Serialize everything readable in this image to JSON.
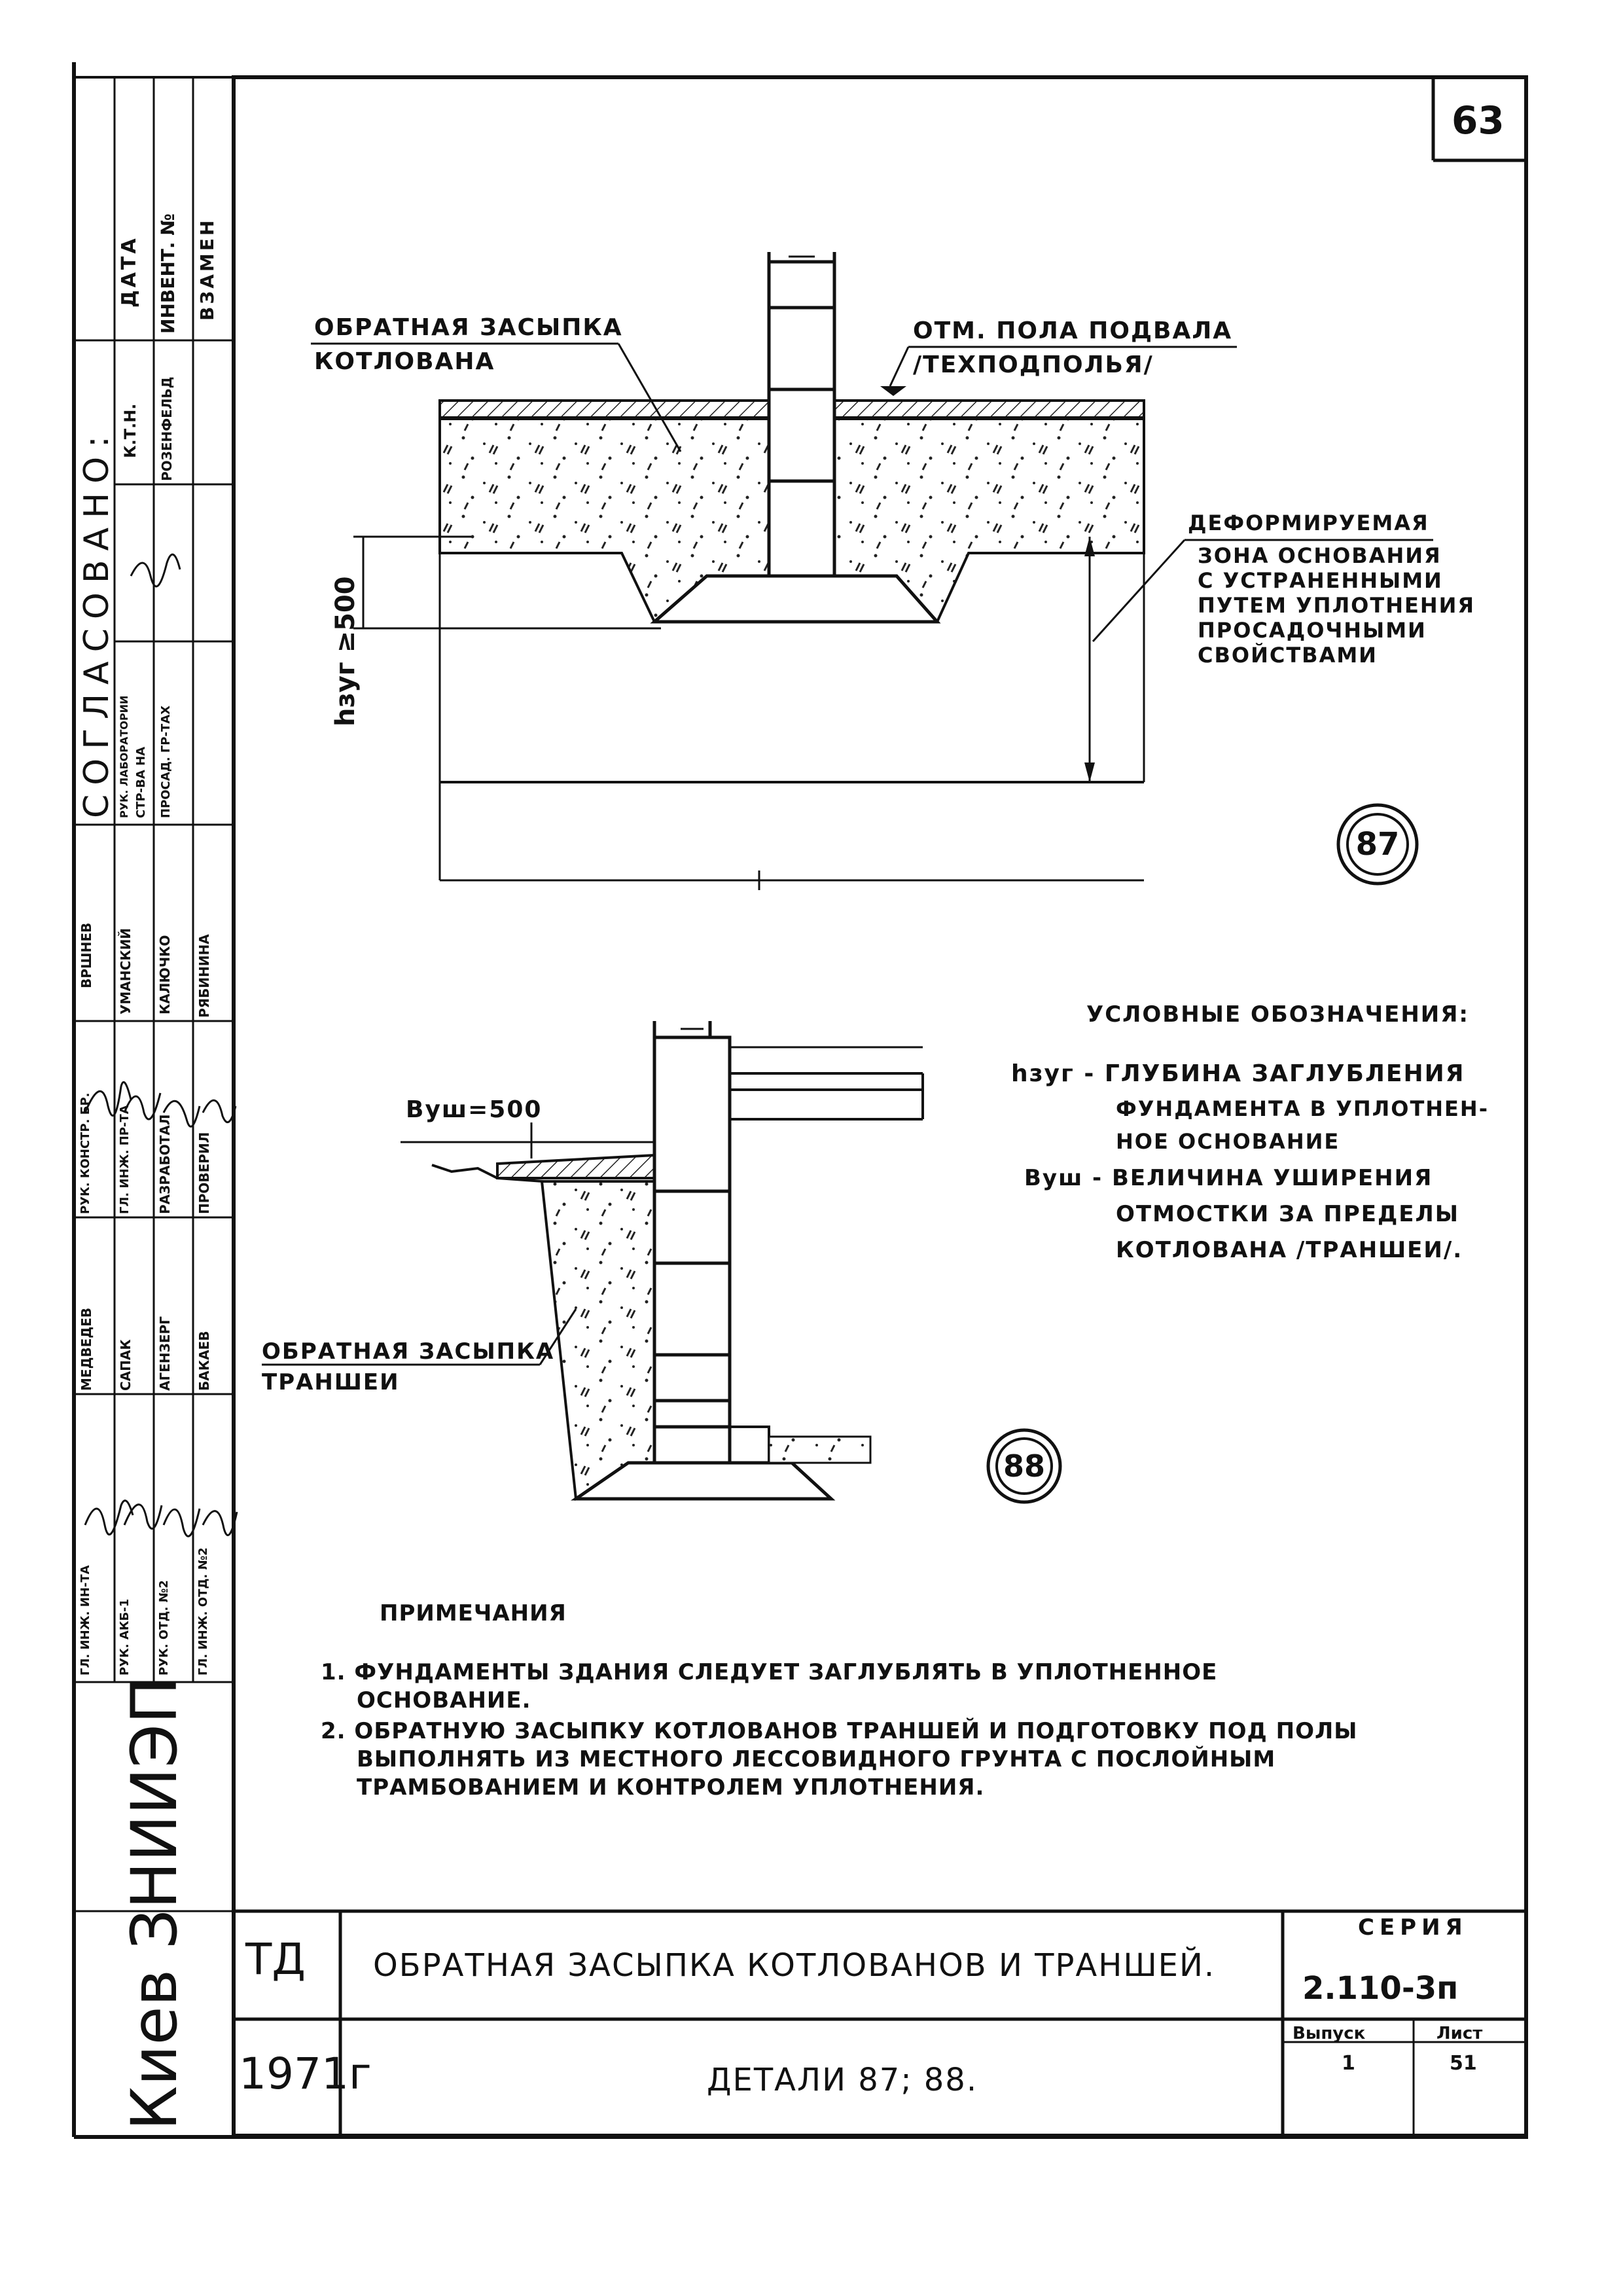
{
  "sheet_number": "63",
  "detail_87": {
    "label_backfill_line1": "ОБРАТНАЯ ЗАСЫПКА",
    "label_backfill_line2": "КОТЛОВАНА",
    "label_floor_line1": "ОТМ. ПОЛА ПОДВАЛА",
    "label_floor_line2": "/ТЕХПОДПОЛЬЯ/",
    "label_zone_line1": "ДЕФОРМИРУЕМАЯ",
    "label_zone_line2": "ЗОНА ОСНОВАНИЯ",
    "label_zone_line3": "С УСТРАНЕННЫМИ",
    "label_zone_line4": "ПУТЕМ УПЛОТНЕНИЯ",
    "label_zone_line5": "ПРОСАДОЧНЫМИ",
    "label_zone_line6": "СВОЙСТВАМИ",
    "dim_depth": "hзуг ≥500",
    "badge": "87"
  },
  "legend": {
    "title": "УСЛОВНЫЕ ОБОЗНАЧЕНИЯ:",
    "h_line1": "hзуг - ГЛУБИНА ЗАГЛУБЛЕНИЯ",
    "h_line2": "ФУНДАМЕНТА В УПЛОТНЕН-",
    "h_line3": "НОЕ ОСНОВАНИЕ",
    "b_line1": "Вуш - ВЕЛИЧИНА УШИРЕНИЯ",
    "b_line2": "ОТМОСТКИ ЗА ПРЕДЕЛЫ",
    "b_line3": "КОТЛОВАНА /ТРАНШЕИ/."
  },
  "detail_88": {
    "dim_width": "Вуш=500",
    "label_backfill_line1": "ОБРАТНАЯ ЗАСЫПКА",
    "label_backfill_line2": "ТРАНШЕИ",
    "badge": "88"
  },
  "notes": {
    "title": "ПРИМЕЧАНИЯ",
    "n1_line1": "1. ФУНДАМЕНТЫ ЗДАНИЯ СЛЕДУЕТ ЗАГЛУБЛЯТЬ В УПЛОТНЕННОЕ",
    "n1_line2": "ОСНОВАНИЕ.",
    "n2_line1": "2. ОБРАТНУЮ ЗАСЫПКУ КОТЛОВАНОВ ТРАНШЕЙ И ПОДГОТОВКУ ПОД ПОЛЫ",
    "n2_line2": "ВЫПОЛНЯТЬ ИЗ МЕСТНОГО ЛЕССОВИДНОГО ГРУНТА С ПОСЛОЙНЫМ",
    "n2_line3": "ТРАМБОВАНИЕМ И КОНТРОЛЕМ УПЛОТНЕНИЯ."
  },
  "title_block": {
    "org": "Киев ЗНИИЭП",
    "code": "ТД",
    "year": "1971г",
    "title": "ОБРАТНАЯ ЗАСЫПКА КОТЛОВАНОВ И ТРАНШЕЙ.",
    "subtitle": "ДЕТАЛИ 87; 88.",
    "series_label": "СЕРИЯ",
    "series_value": "2.110-3п",
    "issue_label": "Выпуск",
    "issue_value": "1",
    "sheet_label": "Лист",
    "sheet_value": "51"
  },
  "side_stamp": {
    "agreed": "СОГЛАСОВАНО:",
    "date": "ДАТА",
    "inv": "ИНВЕНТ. №",
    "instead": "ВЗАМЕН",
    "ktn": "К.Т.Н.",
    "rozenfeld": "РОЗЕНФЕЛЬД",
    "lab_head": "РУК. ЛАБОРАТОРИИ",
    "lab_sub": "СТР-ВА НА",
    "lab_sub2": "ПРОСАД. ГР-ТАХ",
    "r1c1": "ГЛ. ИНЖ. ИН-ТА",
    "r1c2": "МЕДВЕДЕВ",
    "r2c1": "РУК. АКБ-1",
    "r2c2": "САПАК",
    "r3c1": "РУК. ОТД. №2",
    "r3c2": "АГЕНЗЕРГ",
    "r4c1": "ГЛ. ИНЖ. ОТД. №2",
    "r4c2": "БАКАЕВ",
    "r5c1": "РУК. КОНСТР. БР.",
    "r5c2": "",
    "r6c1": "ГЛ. ИНЖ. ПР-ТА",
    "r6c2": "",
    "r7c1": "РАЗРАБОТАЛ",
    "r7c2": "",
    "r8c1": "ПРОВЕРИЛ",
    "r8c2": "",
    "p1": "ВРШНЕВ",
    "p2": "УМАНСКИЙ",
    "p3": "КАЛЮЧКО",
    "p4": "РЯБИНИНА"
  }
}
